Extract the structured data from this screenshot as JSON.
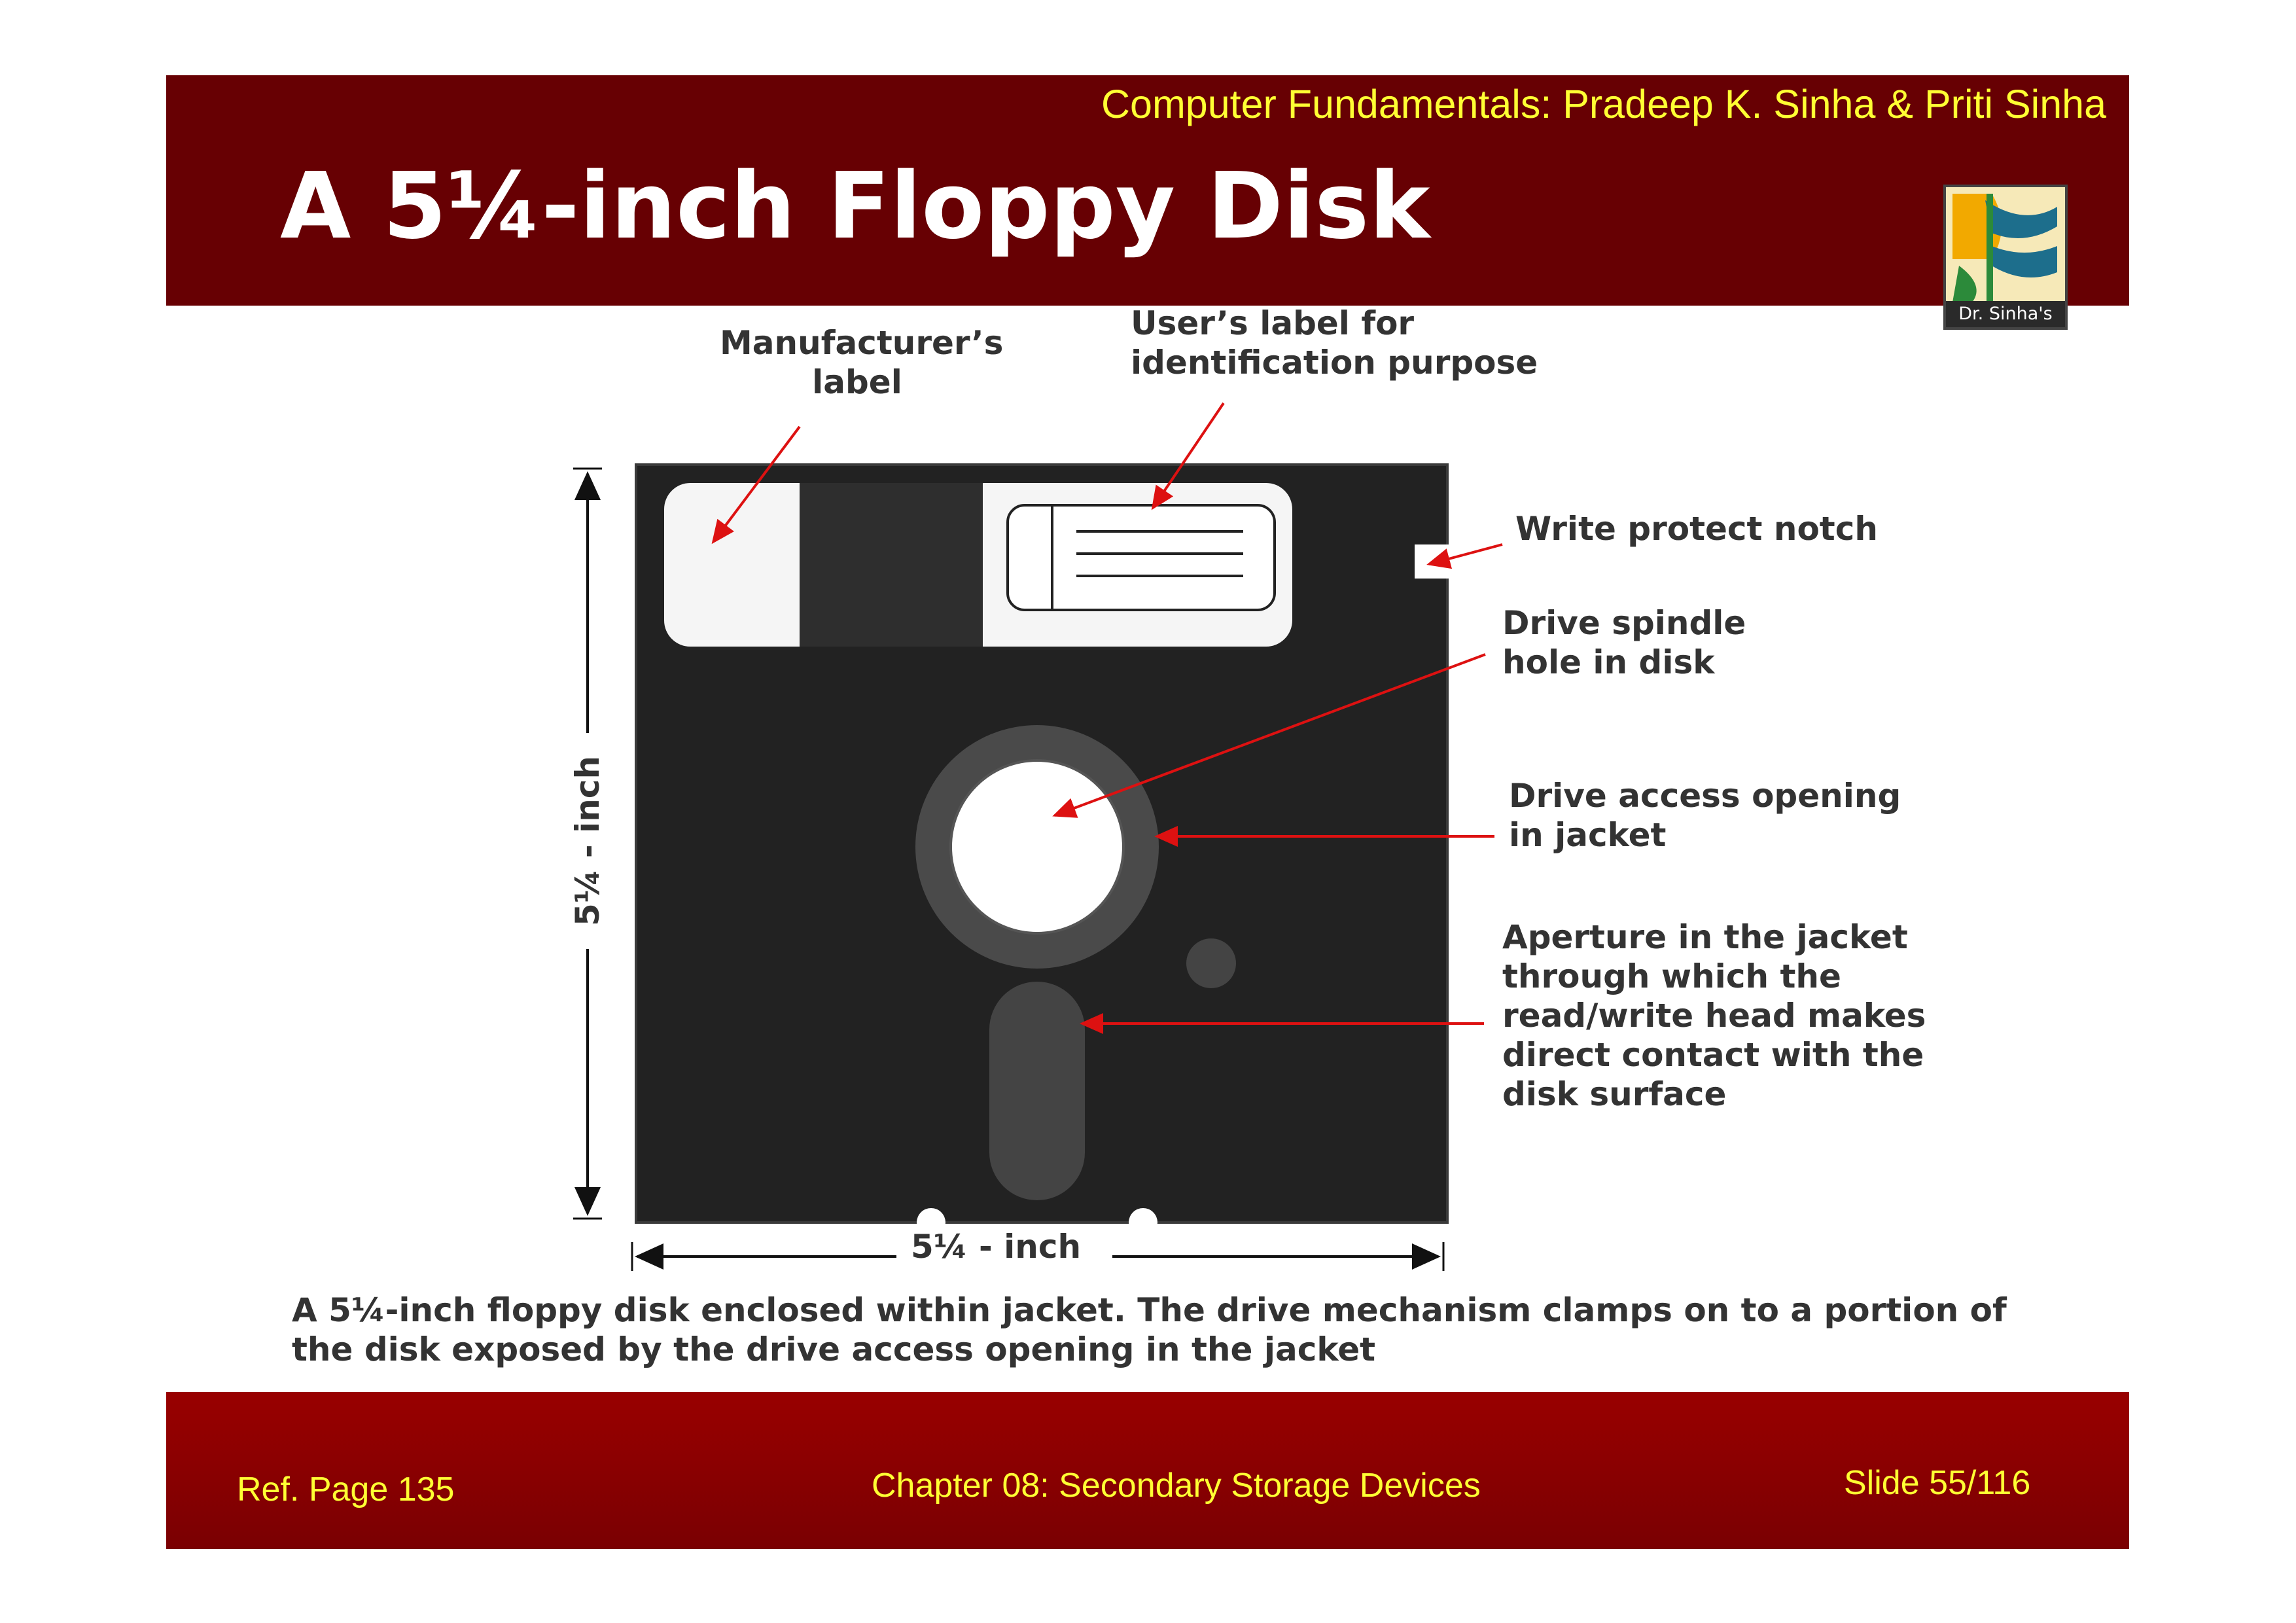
{
  "header": {
    "series_credit": "Computer Fundamentals: Pradeep K. Sinha & Priti Sinha",
    "title": "A 5¼-inch Floppy Disk",
    "logo_caption": "Dr. Sinha's"
  },
  "diagram": {
    "callouts": {
      "manufacturer_label": "Manufacturer’s\nlabel",
      "user_label": "User’s label for\nidentification purpose",
      "write_protect_notch": "Write protect notch",
      "spindle_hole": "Drive spindle\nhole in disk",
      "access_opening": "Drive access opening\nin jacket",
      "head_aperture": "Aperture in the jacket\nthrough which the\nread/write head makes\ndirect contact with the\ndisk surface"
    },
    "height_label": "5¼ - inch",
    "width_label": "5¼ - inch"
  },
  "caption": "A 5¼-inch floppy disk enclosed within jacket.  The drive mechanism clamps on to a portion of the disk exposed by the drive access opening in the jacket",
  "footer": {
    "ref_page": "Ref. Page  135",
    "chapter": "Chapter 08: Secondary Storage Devices",
    "slide": "Slide 55/116"
  },
  "colors": {
    "header_band": "#670003",
    "footer_band": "#990000",
    "accent_text": "#ffff33",
    "jacket": "#222222",
    "arrow": "#dd1111"
  }
}
